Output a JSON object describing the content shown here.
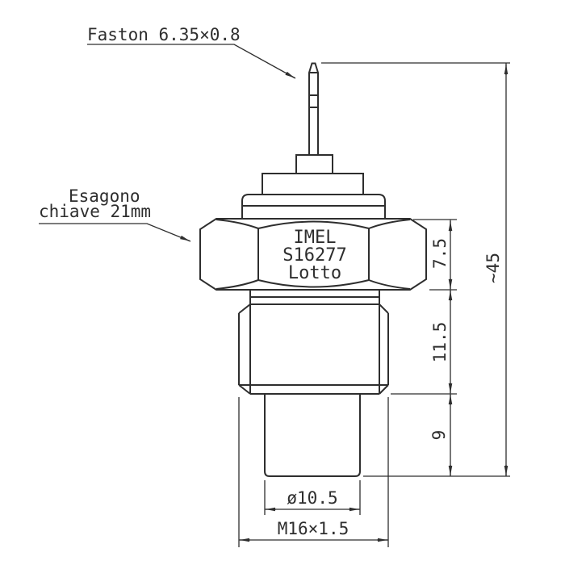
{
  "drawing": {
    "callouts": {
      "faston_label": "Faston 6.35×0.8",
      "hex_label_line1": "Esagono",
      "hex_label_line2": "chiave 21mm"
    },
    "part_marking": {
      "line1": "IMEL",
      "line2": "S16277",
      "line3": "Lotto"
    },
    "dimensions": {
      "hex_height": "7.5",
      "thread_length": "11.5",
      "tip_length": "9",
      "overall_length": "~45",
      "tip_diameter": "ø10.5",
      "thread_spec": "M16×1.5"
    },
    "colors": {
      "line": "#2e2e2e",
      "background": "#ffffff"
    }
  }
}
